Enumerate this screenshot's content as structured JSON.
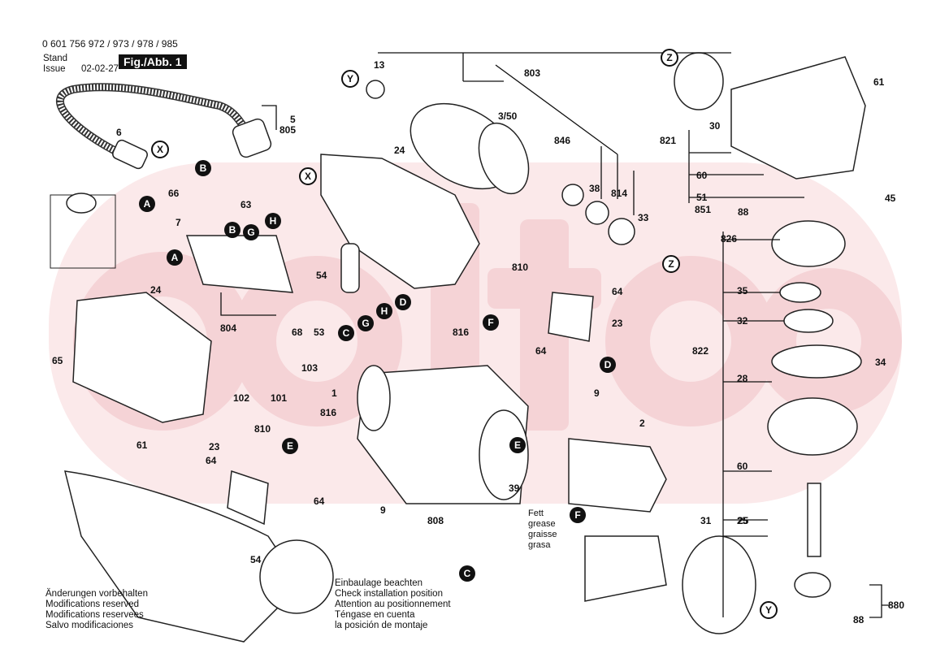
{
  "header": {
    "part_numbers": "0 601 756 972 / 973 / 978 / 985",
    "stand_label": "Stand",
    "issue_label": "Issue",
    "date": "02-02-27",
    "figure": "Fig./Abb. 1"
  },
  "notes": {
    "modifications": "Änderungen vorbehalten\nModifications reserved\nModifications reservees\nSalvo modificaciones",
    "installation": "Einbaulage beachten\nCheck installation position\nAttention au positionnement\nTéngase en cuenta\nla posición de montaje",
    "grease": "Fett\ngrease\ngraisse\ngrasa"
  },
  "watermark_color": "#f7d9dc",
  "labels": [
    "13",
    "803",
    "3/50",
    "846",
    "38",
    "814",
    "33",
    "24",
    "6",
    "5",
    "805",
    "66",
    "63",
    "7",
    "54",
    "810",
    "64",
    "23",
    "816",
    "64",
    "24",
    "804",
    "68",
    "53",
    "65",
    "103",
    "1",
    "102",
    "101",
    "61",
    "810",
    "816",
    "9",
    "2",
    "23",
    "64",
    "64",
    "9",
    "39",
    "808",
    "31",
    "25",
    "54",
    "30",
    "61",
    "821",
    "60",
    "51",
    "851",
    "88",
    "45",
    "826",
    "35",
    "32",
    "822",
    "34",
    "28",
    "60",
    "25",
    "880",
    "88"
  ],
  "callouts": [
    "Y",
    "X",
    "X",
    "B",
    "A",
    "B",
    "H",
    "G",
    "A",
    "F",
    "C",
    "G",
    "H",
    "D",
    "E",
    "D",
    "E",
    "F",
    "C",
    "Y",
    "Z",
    "Z"
  ]
}
